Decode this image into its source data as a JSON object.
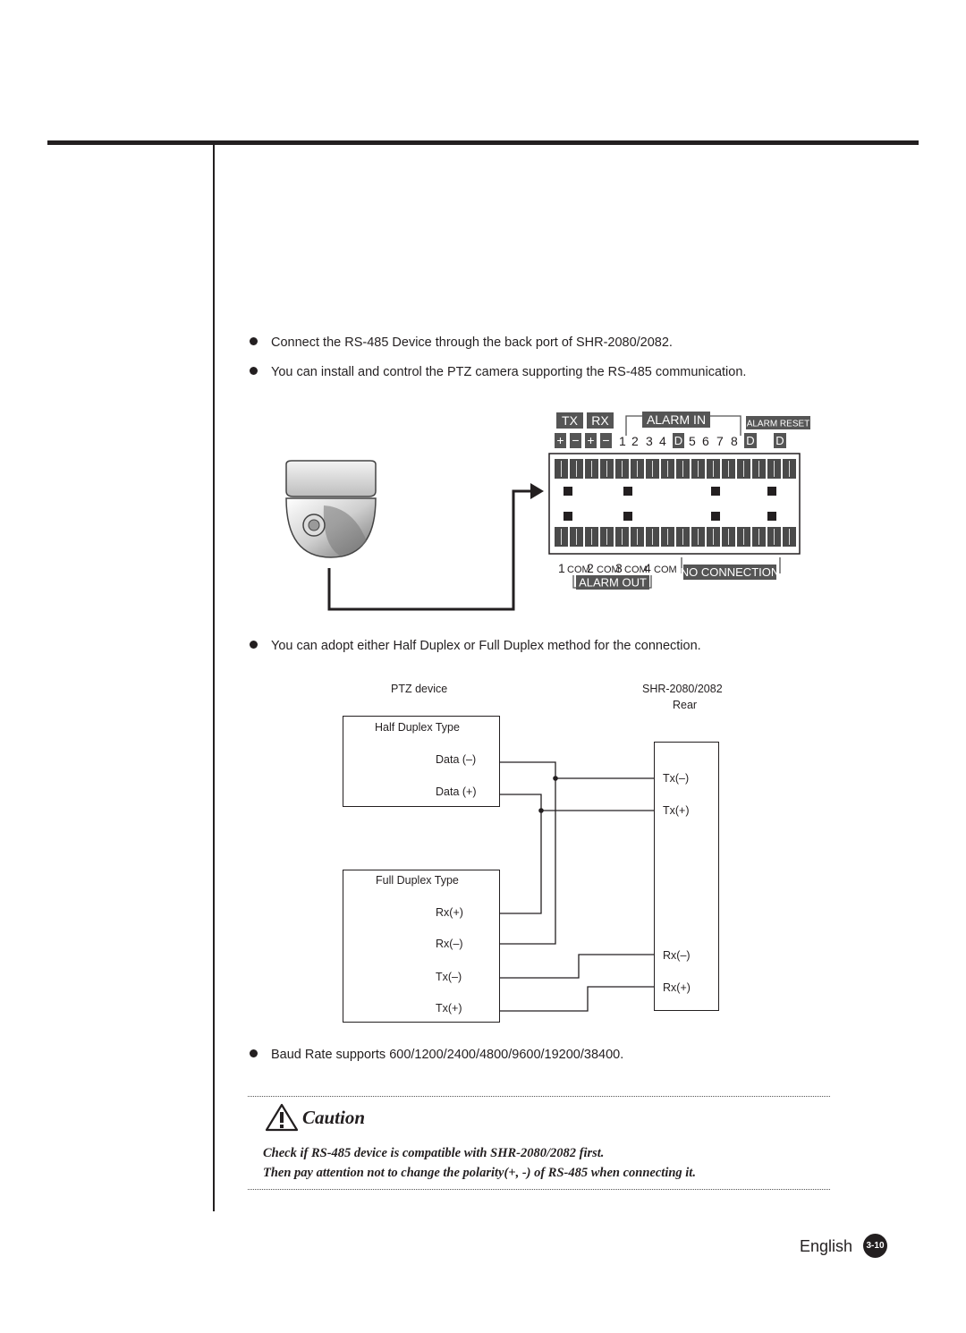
{
  "bullets": [
    "Connect the RS-485 Device through the back port of SHR-2080/2082.",
    "You can install and control the PTZ camera supporting the RS-485 communication.",
    "You can adopt either Half Duplex or Full Duplex method for the connection.",
    "Baud Rate supports 600/1200/2400/4800/9600/19200/38400."
  ],
  "panel": {
    "tx": "TX",
    "rx": "RX",
    "alarm_in": "ALARM IN",
    "alarm_reset": "ALARM RESET",
    "plus": "+",
    "minus": "−",
    "d": "D",
    "in_nums": [
      "1",
      "2",
      "3",
      "4",
      "5",
      "6",
      "7",
      "8"
    ],
    "out_labels": [
      "1",
      "COM",
      "2",
      "COM",
      "3",
      "COM",
      "4",
      "COM"
    ],
    "no_connection": "NO CONNECTION",
    "alarm_out": "ALARM OUT"
  },
  "diagram": {
    "ptz_device": "PTZ device",
    "shr_model": "SHR-2080/2082",
    "rear": "Rear",
    "half_duplex": {
      "title": "Half Duplex Type",
      "pins": [
        "Data (–)",
        "Data (+)"
      ]
    },
    "full_duplex": {
      "title": "Full Duplex Type",
      "pins": [
        "Rx(+)",
        "Rx(–)",
        "Tx(–)",
        "Tx(+)"
      ]
    },
    "rear_pins": [
      "Tx(–)",
      "Tx(+)",
      "Rx(–)",
      "Rx(+)"
    ]
  },
  "caution": {
    "title": "Caution",
    "lines": [
      "Check if RS-485 device is compatible with SHR-2080/2082 first.",
      "Then pay attention not to change the polarity(+, -) of RS-485 when connecting it."
    ]
  },
  "footer": {
    "language": "English",
    "page": "3-10"
  }
}
